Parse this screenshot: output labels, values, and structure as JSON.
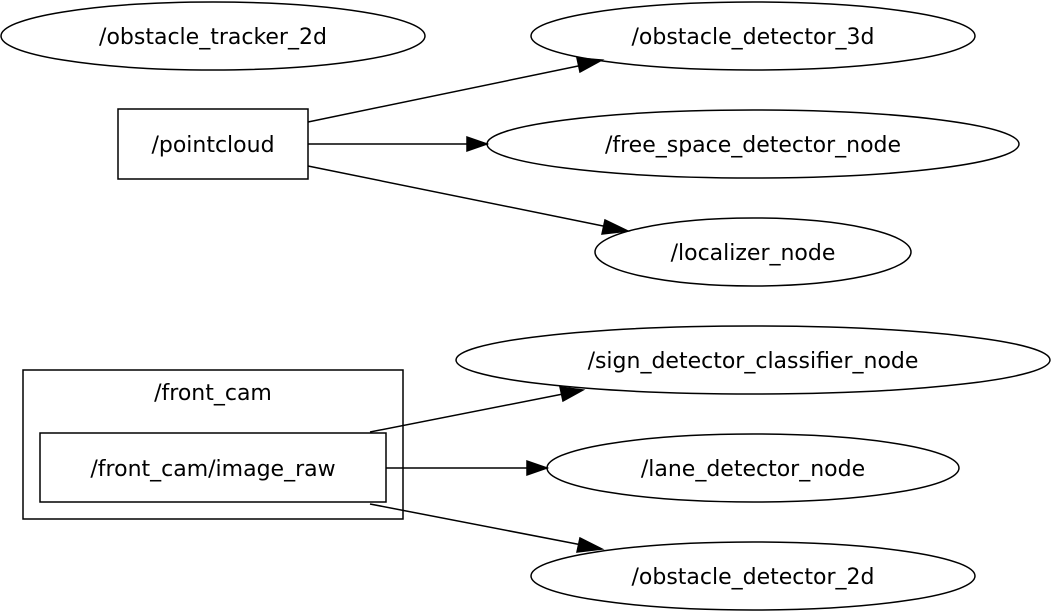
{
  "graph": {
    "nodes": {
      "obstacle_tracker_2d": "/obstacle_tracker_2d",
      "pointcloud": "/pointcloud",
      "obstacle_detector_3d": "/obstacle_detector_3d",
      "free_space_detector_node": "/free_space_detector_node",
      "localizer_node": "/localizer_node",
      "front_cam_group": "/front_cam",
      "front_cam_image_raw": "/front_cam/image_raw",
      "sign_detector_classifier_node": "/sign_detector_classifier_node",
      "lane_detector_node": "/lane_detector_node",
      "obstacle_detector_2d": "/obstacle_detector_2d"
    },
    "edges": [
      {
        "from": "pointcloud",
        "to": "obstacle_detector_3d"
      },
      {
        "from": "pointcloud",
        "to": "free_space_detector_node"
      },
      {
        "from": "pointcloud",
        "to": "localizer_node"
      },
      {
        "from": "front_cam_image_raw",
        "to": "sign_detector_classifier_node"
      },
      {
        "from": "front_cam_image_raw",
        "to": "lane_detector_node"
      },
      {
        "from": "front_cam_image_raw",
        "to": "obstacle_detector_2d"
      }
    ]
  }
}
